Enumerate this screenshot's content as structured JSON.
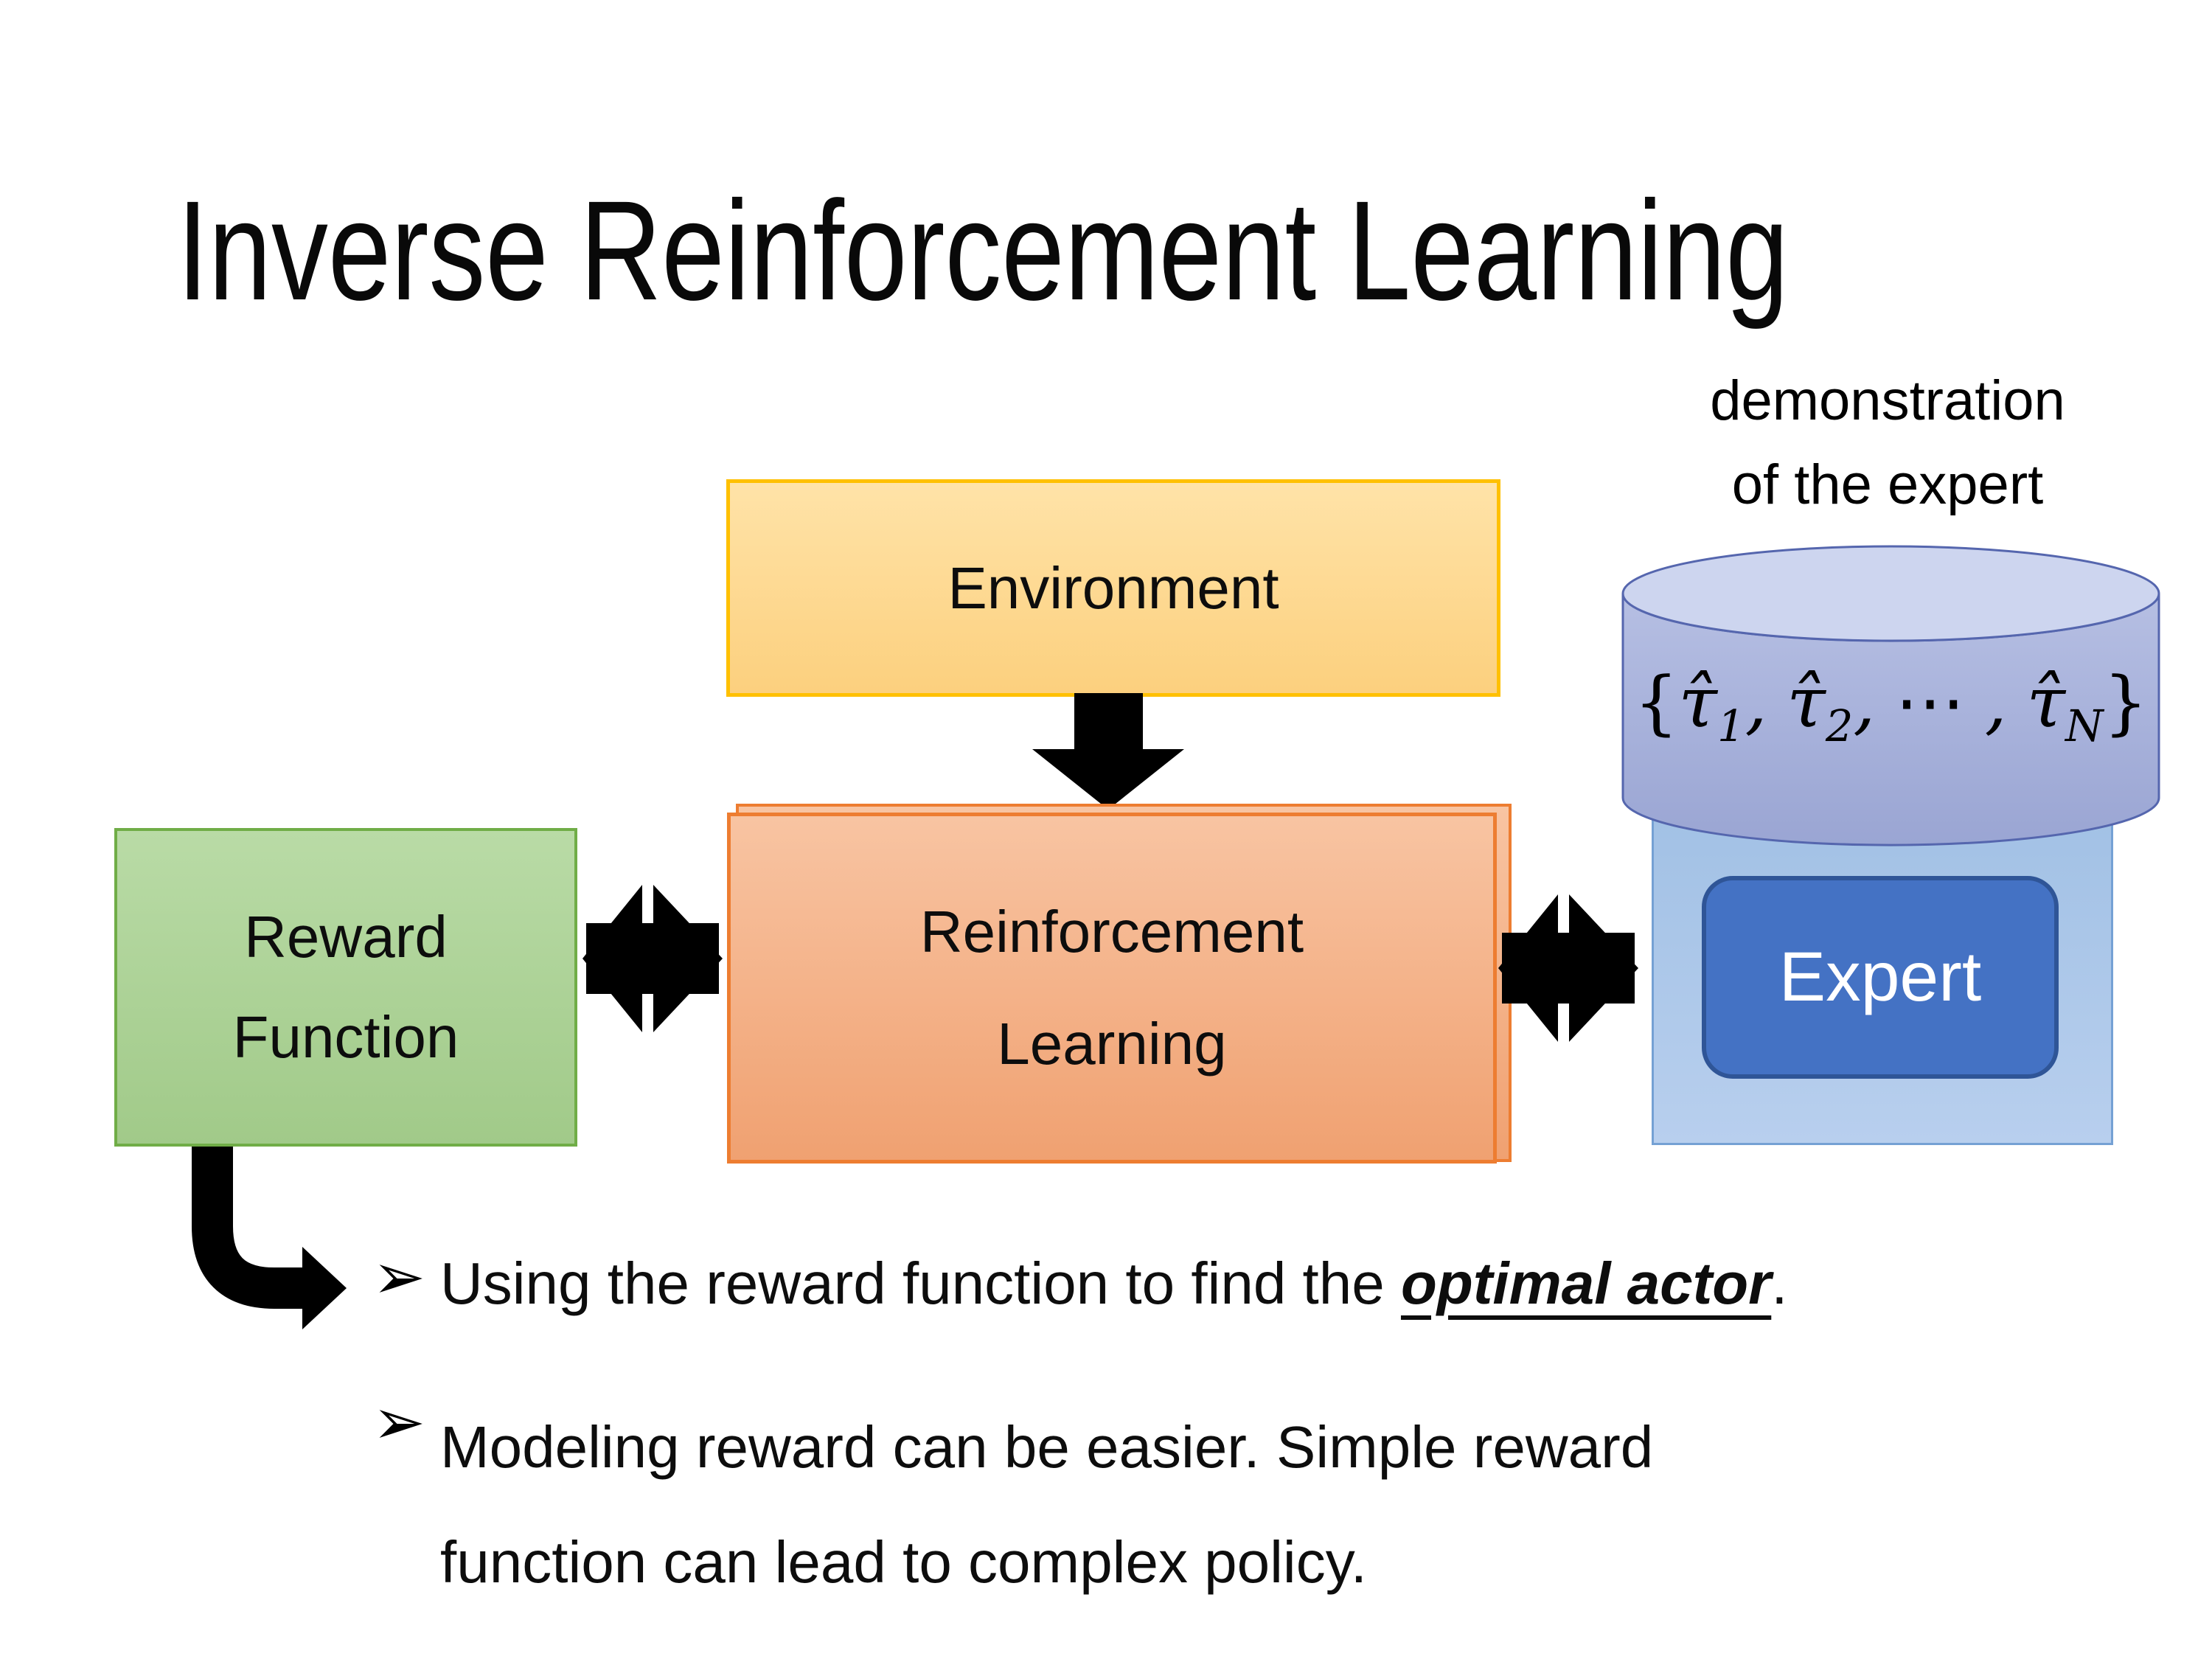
{
  "slide": {
    "title": "Inverse Reinforcement Learning",
    "demonstration_label": {
      "line1": "demonstration",
      "line2": "of the expert"
    },
    "boxes": {
      "environment": {
        "label": "Environment"
      },
      "reward_function": {
        "line1": "Reward",
        "line2": "Function"
      },
      "reinforcement_learning": {
        "line1": "Reinforcement",
        "line2": "Learning"
      },
      "expert": {
        "label": "Expert"
      }
    },
    "dataset_cylinder": {
      "open_brace": "{",
      "tau_hat_1": "τ̂",
      "sub_1": "1",
      "comma_1": ",",
      "tau_hat_2": "τ̂",
      "sub_2": "2",
      "comma_2": ",",
      "dots": "⋯",
      "comma_3": ",",
      "tau_hat_n": "τ̂",
      "sub_n": "N",
      "close_brace": "}"
    },
    "bullets": {
      "marker": "➢",
      "item1": {
        "pre": "Using the reward function to find the ",
        "emphasis": "optimal actor",
        "post": "."
      },
      "item2": {
        "line1": "Modeling reward can be easier. Simple reward",
        "line2": "function can lead to complex policy."
      }
    },
    "colors": {
      "environment_border": "#ffc000",
      "environment_fill": "#fcd07e",
      "reward_border": "#70ad47",
      "reward_fill": "#a9d18e",
      "rl_border": "#ed7d31",
      "rl_fill": "#f4b183",
      "expert_fill": "#4472c4",
      "expert_border": "#2f5597",
      "expert_container_fill": "#aac7ea",
      "cylinder_fill": "#a6b0dc",
      "cylinder_top_fill": "#cdd5ef",
      "cylinder_border": "#5566ae",
      "arrow_color": "#000000"
    }
  }
}
